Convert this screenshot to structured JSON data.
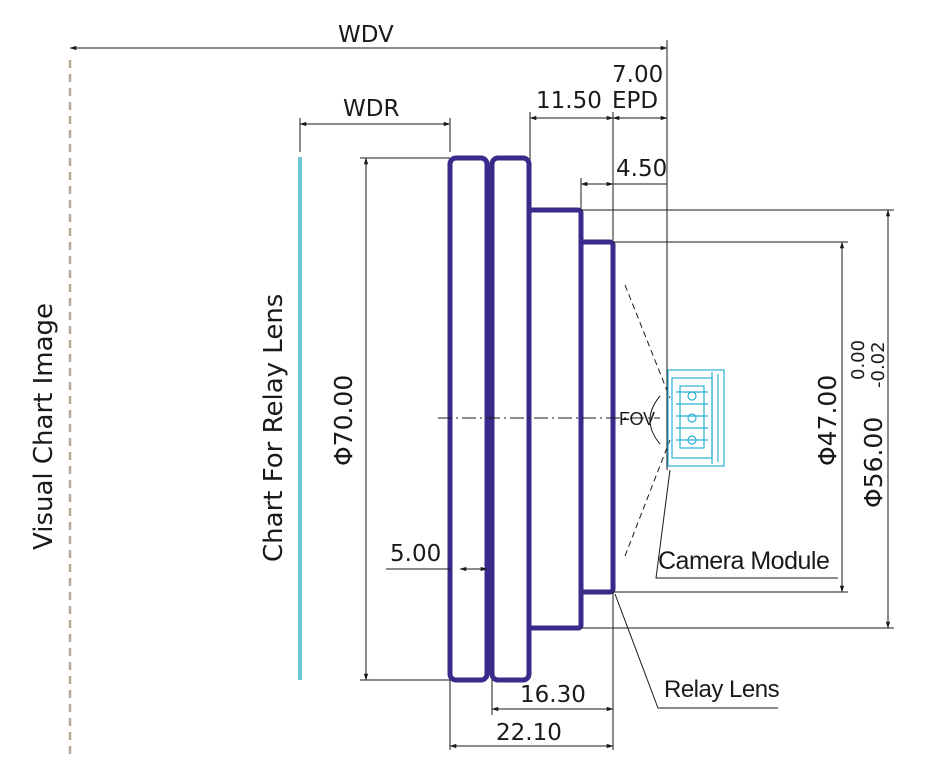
{
  "labels": {
    "wdv": "WDV",
    "wdr": "WDR",
    "epd_value": "7.00",
    "epd_text": "EPD",
    "d_11_50": "11.50",
    "d_4_50": "4.50",
    "d_5_00": "5.00",
    "d_16_30": "16.30",
    "d_22_10": "22.10",
    "phi_70": "Φ70.00",
    "phi_47": "Φ47.00",
    "phi_56": "Φ56.00",
    "tol_upper": "0.00",
    "tol_lower": "-0.02",
    "fov": "FOV",
    "camera_module": "Camera Module",
    "relay_lens": "Relay Lens",
    "chart_relay": "Chart For Relay Lens",
    "visual_chart": "Visual Chart Image"
  },
  "colors": {
    "lens_outline": "#3b2a8c",
    "relay_chart": "#6ec6d0",
    "visual_chart": "#b8a898",
    "camera_module": "#2ab0d6",
    "dimension_line": "#1a1a1a"
  }
}
